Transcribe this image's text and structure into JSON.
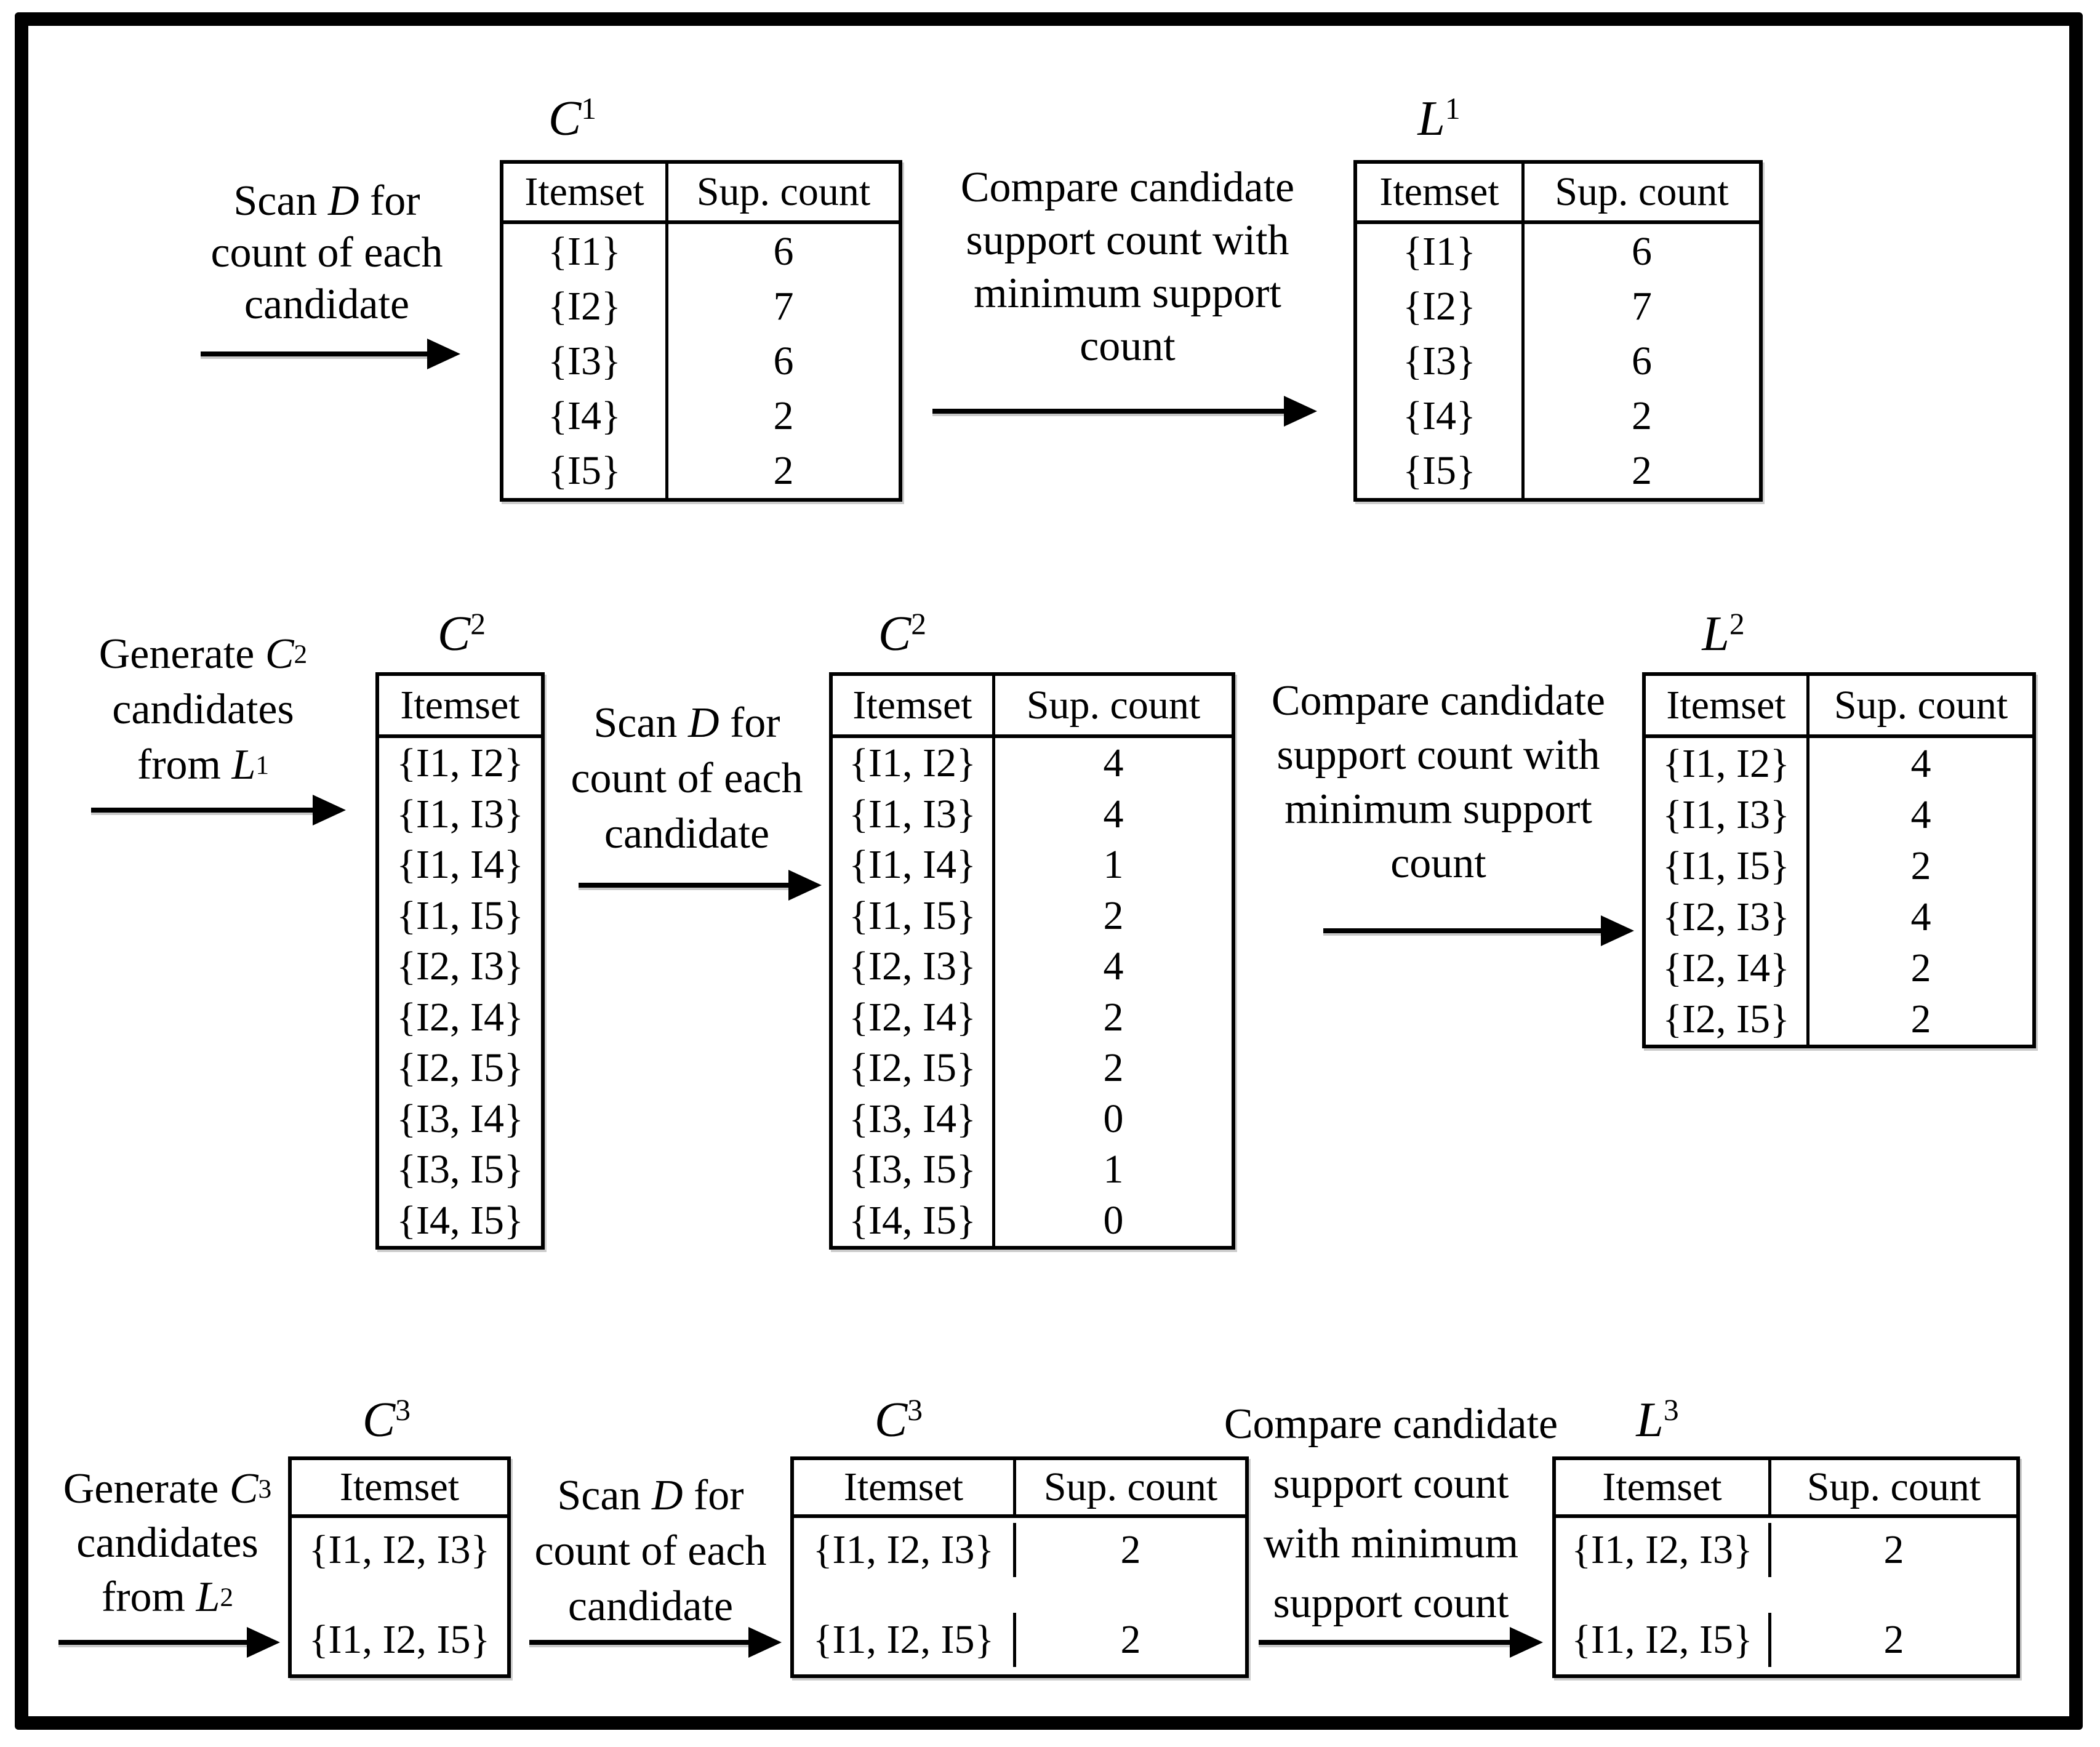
{
  "figure": {
    "background_color": "#ffffff",
    "frame_color": "#000000",
    "ink_color": "#000000"
  },
  "titles": {
    "c1": [
      [
        {
          "t": "C",
          "s": "i"
        },
        {
          "t": "1",
          "s": "sub"
        }
      ]
    ],
    "l1": [
      [
        {
          "t": "L",
          "s": "i"
        },
        {
          "t": "1",
          "s": "sub"
        }
      ]
    ],
    "c2a": [
      [
        {
          "t": "C",
          "s": "i"
        },
        {
          "t": "2",
          "s": "sub"
        }
      ]
    ],
    "c2b": [
      [
        {
          "t": "C",
          "s": "i"
        },
        {
          "t": "2",
          "s": "sub"
        }
      ]
    ],
    "l2": [
      [
        {
          "t": "L",
          "s": "i"
        },
        {
          "t": "2",
          "s": "sub"
        }
      ]
    ],
    "c3a": [
      [
        {
          "t": "C",
          "s": "i"
        },
        {
          "t": "3",
          "s": "sub"
        }
      ]
    ],
    "c3b": [
      [
        {
          "t": "C",
          "s": "i"
        },
        {
          "t": "3",
          "s": "sub"
        }
      ]
    ],
    "l3": [
      [
        {
          "t": "L",
          "s": "i"
        },
        {
          "t": "3",
          "s": "sub"
        }
      ]
    ]
  },
  "annotations": {
    "scan_row1": [
      [
        {
          "t": "Scan "
        },
        {
          "t": "D",
          "s": "i"
        },
        {
          "t": " for"
        }
      ],
      [
        {
          "t": "count of each"
        }
      ],
      [
        {
          "t": "candidate"
        }
      ]
    ],
    "compare_row1": [
      [
        {
          "t": "Compare candidate"
        }
      ],
      [
        {
          "t": "support count with"
        }
      ],
      [
        {
          "t": "minimum support"
        }
      ],
      [
        {
          "t": "count"
        }
      ]
    ],
    "generate_c2": [
      [
        {
          "t": "Generate "
        },
        {
          "t": "C",
          "s": "i"
        },
        {
          "t": "2",
          "s": "sub"
        }
      ],
      [
        {
          "t": "candidates"
        }
      ],
      [
        {
          "t": "from "
        },
        {
          "t": "L",
          "s": "i"
        },
        {
          "t": "1",
          "s": "sub"
        }
      ]
    ],
    "scan_row2": [
      [
        {
          "t": "Scan "
        },
        {
          "t": "D",
          "s": "i"
        },
        {
          "t": " for"
        }
      ],
      [
        {
          "t": "count of each"
        }
      ],
      [
        {
          "t": "candidate"
        }
      ]
    ],
    "compare_row2": [
      [
        {
          "t": "Compare candidate"
        }
      ],
      [
        {
          "t": "support count with"
        }
      ],
      [
        {
          "t": "minimum support"
        }
      ],
      [
        {
          "t": "count"
        }
      ]
    ],
    "generate_c3": [
      [
        {
          "t": "Generate "
        },
        {
          "t": "C",
          "s": "i"
        },
        {
          "t": "3",
          "s": "sub"
        }
      ],
      [
        {
          "t": "candidates"
        }
      ],
      [
        {
          "t": "from "
        },
        {
          "t": "L",
          "s": "i"
        },
        {
          "t": "2",
          "s": "sub"
        }
      ]
    ],
    "scan_row3": [
      [
        {
          "t": "Scan "
        },
        {
          "t": "D",
          "s": "i"
        },
        {
          "t": " for"
        }
      ],
      [
        {
          "t": "count of each"
        }
      ],
      [
        {
          "t": "candidate"
        }
      ]
    ],
    "compare_row3": [
      [
        {
          "t": "Compare candidate"
        }
      ],
      [
        {
          "t": "support count"
        }
      ],
      [
        {
          "t": "with minimum"
        }
      ],
      [
        {
          "t": "support count"
        }
      ]
    ]
  },
  "tables": {
    "c1": {
      "headers": [
        "Itemset",
        "Sup. count"
      ],
      "rows": [
        [
          "{I1}",
          "6"
        ],
        [
          "{I2}",
          "7"
        ],
        [
          "{I3}",
          "6"
        ],
        [
          "{I4}",
          "2"
        ],
        [
          "{I5}",
          "2"
        ]
      ]
    },
    "l1": {
      "headers": [
        "Itemset",
        "Sup. count"
      ],
      "rows": [
        [
          "{I1}",
          "6"
        ],
        [
          "{I2}",
          "7"
        ],
        [
          "{I3}",
          "6"
        ],
        [
          "{I4}",
          "2"
        ],
        [
          "{I5}",
          "2"
        ]
      ]
    },
    "c2_candidates": {
      "headers": [
        "Itemset"
      ],
      "rows": [
        [
          "{I1, I2}"
        ],
        [
          "{I1, I3}"
        ],
        [
          "{I1, I4}"
        ],
        [
          "{I1, I5}"
        ],
        [
          "{I2, I3}"
        ],
        [
          "{I2, I4}"
        ],
        [
          "{I2, I5}"
        ],
        [
          "{I3, I4}"
        ],
        [
          "{I3, I5}"
        ],
        [
          "{I4, I5}"
        ]
      ]
    },
    "c2_counts": {
      "headers": [
        "Itemset",
        "Sup. count"
      ],
      "rows": [
        [
          "{I1, I2}",
          "4"
        ],
        [
          "{I1, I3}",
          "4"
        ],
        [
          "{I1, I4}",
          "1"
        ],
        [
          "{I1, I5}",
          "2"
        ],
        [
          "{I2, I3}",
          "4"
        ],
        [
          "{I2, I4}",
          "2"
        ],
        [
          "{I2, I5}",
          "2"
        ],
        [
          "{I3, I4}",
          "0"
        ],
        [
          "{I3, I5}",
          "1"
        ],
        [
          "{I4, I5}",
          "0"
        ]
      ]
    },
    "l2": {
      "headers": [
        "Itemset",
        "Sup. count"
      ],
      "rows": [
        [
          "{I1, I2}",
          "4"
        ],
        [
          "{I1, I3}",
          "4"
        ],
        [
          "{I1, I5}",
          "2"
        ],
        [
          "{I2, I3}",
          "4"
        ],
        [
          "{I2, I4}",
          "2"
        ],
        [
          "{I2, I5}",
          "2"
        ]
      ]
    },
    "c3_candidates": {
      "headers": [
        "Itemset"
      ],
      "rows": [
        [
          "{I1, I2, I3}"
        ],
        [
          "{I1, I2, I5}"
        ]
      ]
    },
    "c3_counts": {
      "headers": [
        "Itemset",
        "Sup. count"
      ],
      "rows": [
        [
          "{I1, I2, I3}",
          "2"
        ],
        [
          "{I1, I2, I5}",
          "2"
        ]
      ]
    },
    "l3": {
      "headers": [
        "Itemset",
        "Sup. count"
      ],
      "rows": [
        [
          "{I1, I2, I3}",
          "2"
        ],
        [
          "{I1, I2, I5}",
          "2"
        ]
      ]
    }
  }
}
